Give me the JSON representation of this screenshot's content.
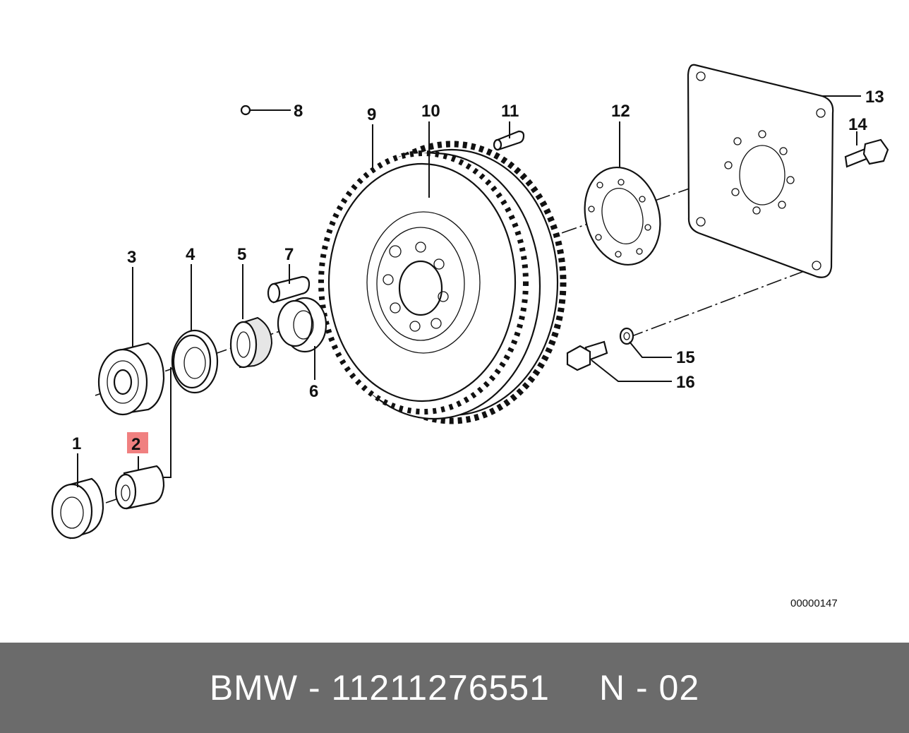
{
  "diagram": {
    "part_labels": [
      "1",
      "2",
      "3",
      "4",
      "5",
      "6",
      "7",
      "8",
      "9",
      "10",
      "11",
      "12",
      "13",
      "14",
      "15",
      "16"
    ],
    "highlighted_label": "2",
    "highlight_color": "#f08080",
    "reference_code": "00000147"
  },
  "footer": {
    "brand": "BMW",
    "separator": "-",
    "part_number": "11211276551",
    "position_prefix": "N",
    "position_number": "02"
  }
}
